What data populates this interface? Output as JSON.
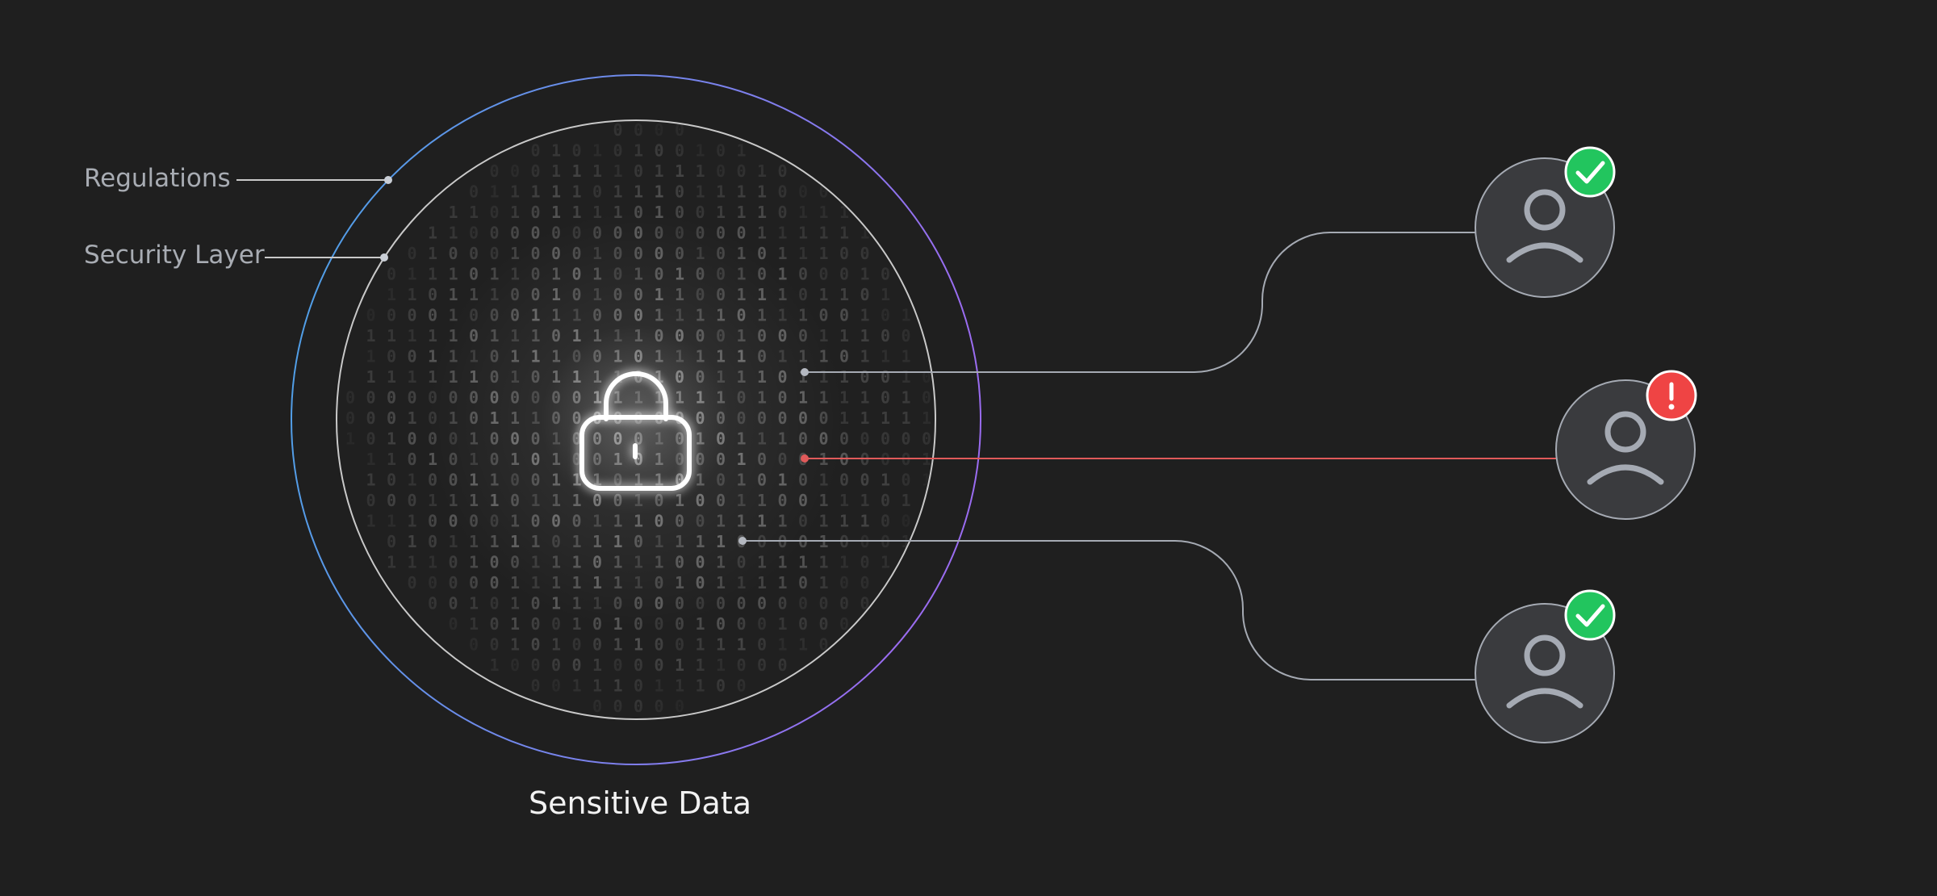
{
  "callouts": {
    "regulations": "Regulations",
    "security_layer": "Security Layer"
  },
  "center": {
    "caption": "Sensitive Data",
    "binary_pattern": "0 1 0 0 1 1 0 0 1 0 1 0 0 1 1 0 1 0 0 1 1 1 0 0 1 0 1 1 0 0 1 0 1 1 1 0 1 0 0 1 0 1 0 0 0 1 1 1 0 1 0 1 1 0 1 0 0 1 0 1 1 0 0 0 1 0 1 1 0 0 1 1 0 1 0 1 0 0 1 1 0 1 1 0 0 1 1 1 0 0 1 0 1 1 1 0 0 0 1 0 1 1 1 0 1 0 0 0 1 1 0 1 1 0 1 0 0 1 0 0 1 1 0 0 1 0 1 1"
  },
  "users": [
    {
      "name": "user-top",
      "status": "approved",
      "badge_glyph": "✓"
    },
    {
      "name": "user-middle",
      "status": "denied",
      "badge_glyph": "!"
    },
    {
      "name": "user-bottom",
      "status": "approved",
      "badge_glyph": "✓"
    }
  ],
  "colors": {
    "background": "#1f1f1f",
    "outer_ring_start": "#4aa3e6",
    "outer_ring_end": "#9a6cf0",
    "inner_ring": "#c9c9c9",
    "connector": "#a5aab3",
    "denied_connector": "#e05a5a",
    "approved_badge": "#22c55e",
    "denied_badge": "#ef4444",
    "user_circle": "#3a3b3e",
    "user_icon": "#a5aab3"
  }
}
